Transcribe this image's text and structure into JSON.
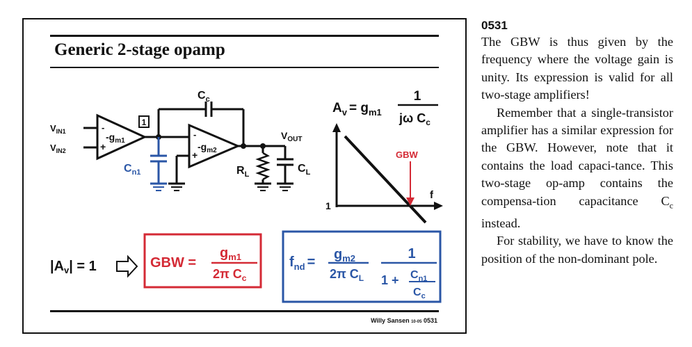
{
  "slide": {
    "title": "Generic 2-stage opamp",
    "footer_name": "Willy Sansen",
    "footer_ref": "10-05",
    "footer_num": "0531"
  },
  "circuit": {
    "cc": "C",
    "cc_sub": "c",
    "vin1": "V",
    "vin1_sub": "IN1",
    "vin2": "V",
    "vin2_sub": "IN2",
    "gm1": "-g",
    "gm1_sub": "m1",
    "gm2": "-g",
    "gm2_sub": "m2",
    "box_label": "1",
    "cn1": "C",
    "cn1_sub": "n1",
    "vout": "V",
    "vout_sub": "OUT",
    "rl": "R",
    "rl_sub": "L",
    "cl": "C",
    "cl_sub": "L",
    "minus": "-",
    "plus": "+"
  },
  "bode": {
    "av_lhs": "A",
    "av_sub": "v",
    "av_eq": "= g",
    "av_gsub": "m1",
    "num": "1",
    "den": "jω C",
    "den_sub": "c",
    "gbw_label": "GBW",
    "f_label": "f",
    "one_label": "1"
  },
  "equations": {
    "unity_lhs": "|A",
    "unity_sub": "v",
    "unity_rhs": "| = 1",
    "gbw_lhs": "GBW =",
    "gbw_num": "g",
    "gbw_num_sub": "m1",
    "gbw_den": "2π C",
    "gbw_den_sub": "c",
    "fnd_lhs": "f",
    "fnd_sub": "nd",
    "fnd_eq": "=",
    "fnd_num": "g",
    "fnd_num_sub": "m2",
    "fnd_den": "2π C",
    "fnd_den_sub": "L",
    "fnd_one": "1",
    "fnd_oneplus": "1 +",
    "fnd_cn": "C",
    "fnd_cn_sub": "n1",
    "fnd_cc": "C",
    "fnd_cc_sub": "c"
  },
  "colors": {
    "blue": "#2a56a6",
    "red": "#d42a35",
    "text": "#111111"
  },
  "side_text": {
    "id": "0531",
    "p1a": "The GBW is thus given by the frequency where the voltage gain is unity. Its expression is valid for all two-stage amplifiers!",
    "p2a": "Remember that a single-transistor amplifier has a similar expression for the GBW. However, note that it contains the load capaci-tance. This two-stage op-amp contains the compensa-tion capacitance C",
    "p2_sub": "c",
    "p2b": " instead.",
    "p3a": "For stability, we have to know the position of the non-dominant pole."
  }
}
